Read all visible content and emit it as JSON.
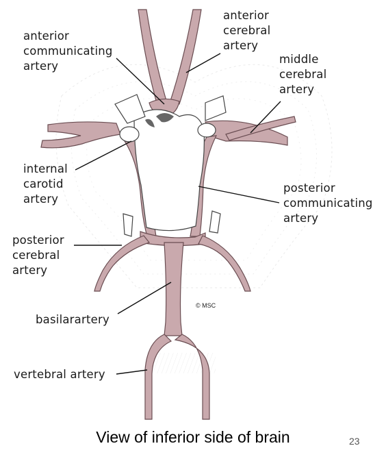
{
  "labels": {
    "anterior_communicating": "anterior\ncommunicating\nartery",
    "anterior_cerebral": "anterior\ncerebral\nartery",
    "middle_cerebral": "middle\ncerebral\nartery",
    "internal_carotid": "internal\ncarotid\nartery",
    "posterior_communicating": "posterior\ncommunicating\nartery",
    "posterior_cerebral": "posterior\ncerebral\nartery",
    "basilar": "basilarartery",
    "vertebral": "vertebral artery"
  },
  "copyright": "© MSC",
  "caption": "View of inferior side of brain",
  "page_number": "23",
  "colors": {
    "artery_fill": "#c9a9ad",
    "artery_stroke": "#6a4d52",
    "leader_line": "#111111",
    "hatching": "#c8c8c8"
  }
}
